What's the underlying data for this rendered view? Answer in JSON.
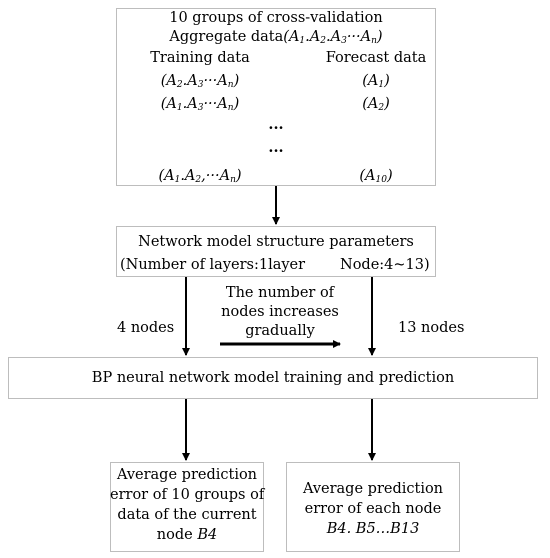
{
  "top_box": {
    "title": "10 groups of cross-validation",
    "aggregate_prefix": "Aggregate data",
    "aggregate_expr": "(A1.A2.A3···An)",
    "training_header": "Training data",
    "forecast_header": "Forecast data",
    "rows": [
      {
        "training": "(A2.A3···An)",
        "forecast": "(A1)"
      },
      {
        "training": "(A1.A3···An)",
        "forecast": "(A2)"
      },
      {
        "training": "(A1.A2,···An)",
        "forecast": "(A10)"
      }
    ],
    "ellipsis": "···"
  },
  "structure_box": {
    "line1": "Network model structure parameters",
    "line2_left": "(Number of layers:1layer",
    "line2_right": "Node:4~13)"
  },
  "labels": {
    "left_branch": "4 nodes",
    "right_branch": "13 nodes",
    "middle_line1": "The number of",
    "middle_line2": "nodes increases",
    "middle_line3": "gradually"
  },
  "training_box": {
    "text": "BP neural network model training and prediction"
  },
  "left_result_box": {
    "line1": "Average prediction",
    "line2": "error of 10 groups of",
    "line3": "data of the current",
    "line4_prefix": "node",
    "line4_var": "B4"
  },
  "right_result_box": {
    "line1": "Average prediction",
    "line2": "error of each node",
    "line3": "B4. B5…B13"
  }
}
